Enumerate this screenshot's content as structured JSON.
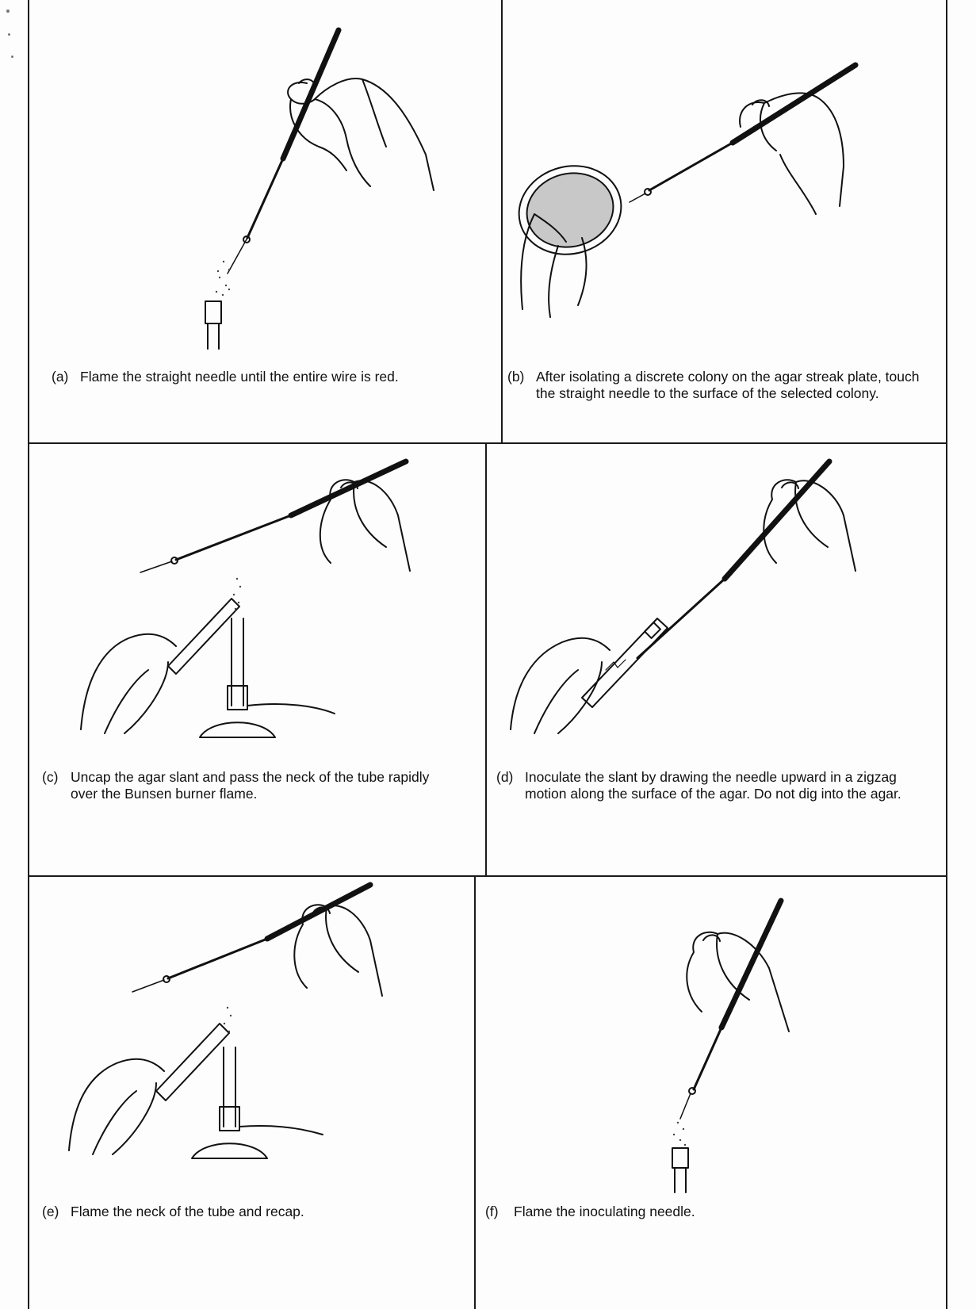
{
  "panels": [
    {
      "id": "a",
      "letter": "(a)",
      "caption": "Flame the straight needle until the entire wire is red."
    },
    {
      "id": "b",
      "letter": "(b)",
      "caption": "After isolating a discrete colony on the agar streak plate, touch the straight needle to the surface of the selected colony."
    },
    {
      "id": "c",
      "letter": "(c)",
      "caption": "Uncap the agar slant and pass the neck of the tube rapidly over the Bunsen burner flame."
    },
    {
      "id": "d",
      "letter": "(d)",
      "caption": "Inoculate the slant by drawing the needle upward in a zigzag motion along the surface of the agar. Do not dig into the agar."
    },
    {
      "id": "e",
      "letter": "(e)",
      "caption": "Flame the neck of the tube and recap."
    },
    {
      "id": "f",
      "letter": "(f)",
      "caption": "Flame the inoculating needle."
    }
  ]
}
